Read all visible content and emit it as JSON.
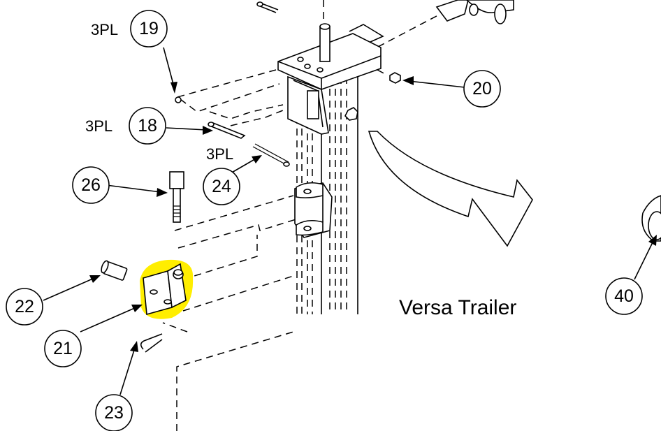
{
  "title": "Versa Trailer",
  "callouts": [
    {
      "id": "c19",
      "number": "19",
      "qty": "3PL"
    },
    {
      "id": "c20",
      "number": "20",
      "qty": ""
    },
    {
      "id": "c18",
      "number": "18",
      "qty": "3PL"
    },
    {
      "id": "c24",
      "number": "24",
      "qty": "3PL"
    },
    {
      "id": "c26",
      "number": "26",
      "qty": ""
    },
    {
      "id": "c22",
      "number": "22",
      "qty": ""
    },
    {
      "id": "c21",
      "number": "21",
      "qty": "",
      "highlighted": true
    },
    {
      "id": "c23",
      "number": "23",
      "qty": ""
    },
    {
      "id": "c40",
      "number": "40",
      "qty": ""
    }
  ],
  "colors": {
    "highlight": "#ffee00",
    "ink": "#000000",
    "background": "#ffffff"
  }
}
